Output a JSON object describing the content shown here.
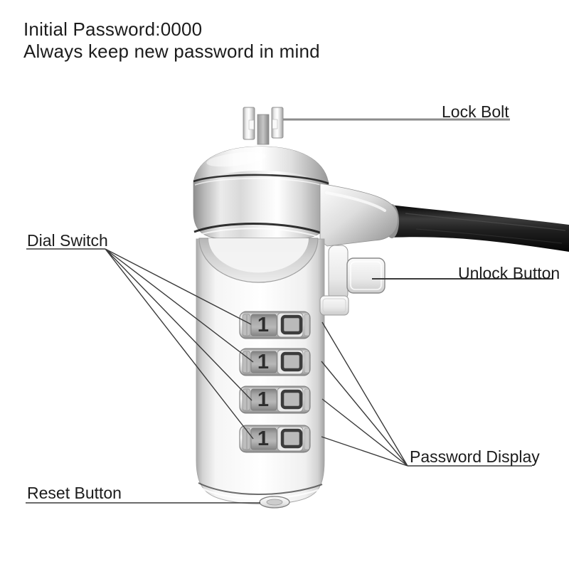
{
  "note": {
    "line1": "Initial Password:0000",
    "line2": "Always keep new password in mind"
  },
  "callouts": {
    "lock_bolt": {
      "label": "Lock Bolt"
    },
    "dial_switch": {
      "label": "Dial Switch"
    },
    "unlock_button": {
      "label": "Unlock Button"
    },
    "password_display": {
      "label": "Password Display"
    },
    "reset_button": {
      "label": "Reset Button"
    }
  },
  "lock": {
    "dials": [
      {
        "wheel_digit": "1",
        "display_digit": "0"
      },
      {
        "wheel_digit": "1",
        "display_digit": "0"
      },
      {
        "wheel_digit": "1",
        "display_digit": "0"
      },
      {
        "wheel_digit": "1",
        "display_digit": "0"
      }
    ]
  },
  "colors": {
    "background": "#ffffff",
    "text": "#1c1c1c",
    "leader_line": "#3a3a3a",
    "lock_bolt_line": "#8c8c8c",
    "cable": "#101010",
    "metal_highlight": "#ffffff",
    "metal_shadow": "#8d8d8d"
  }
}
